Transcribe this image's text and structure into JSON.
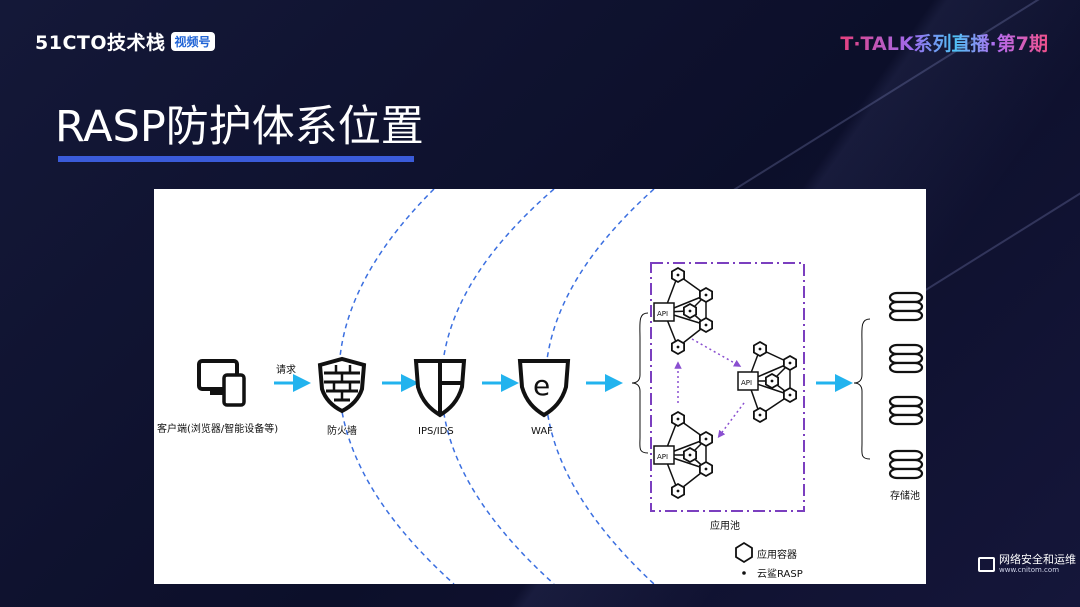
{
  "header": {
    "brand": "51CTO技术栈",
    "brand_badge": "视频号",
    "series": "T·TALK系列直播·第7期"
  },
  "slide": {
    "title": "RASP防护体系位置"
  },
  "diagram": {
    "request_label": "请求",
    "nodes": {
      "client": "客户端(浏览器/智能设备等)",
      "firewall": "防火墙",
      "ips": "IPS/IDS",
      "waf": "WAF",
      "app_pool": "应用池",
      "storage_pool": "存储池"
    },
    "api_label": "API",
    "waf_glyph": "e",
    "legend": {
      "container": "应用容器",
      "rasp": "云鲨RASP"
    },
    "colors": {
      "arrow": "#22b3ee",
      "curve": "#3b6fe0",
      "app_pool_border": "#7b3fbf"
    }
  },
  "watermark": {
    "main": "网络安全和运维",
    "sub": "www.cnitom.com"
  }
}
